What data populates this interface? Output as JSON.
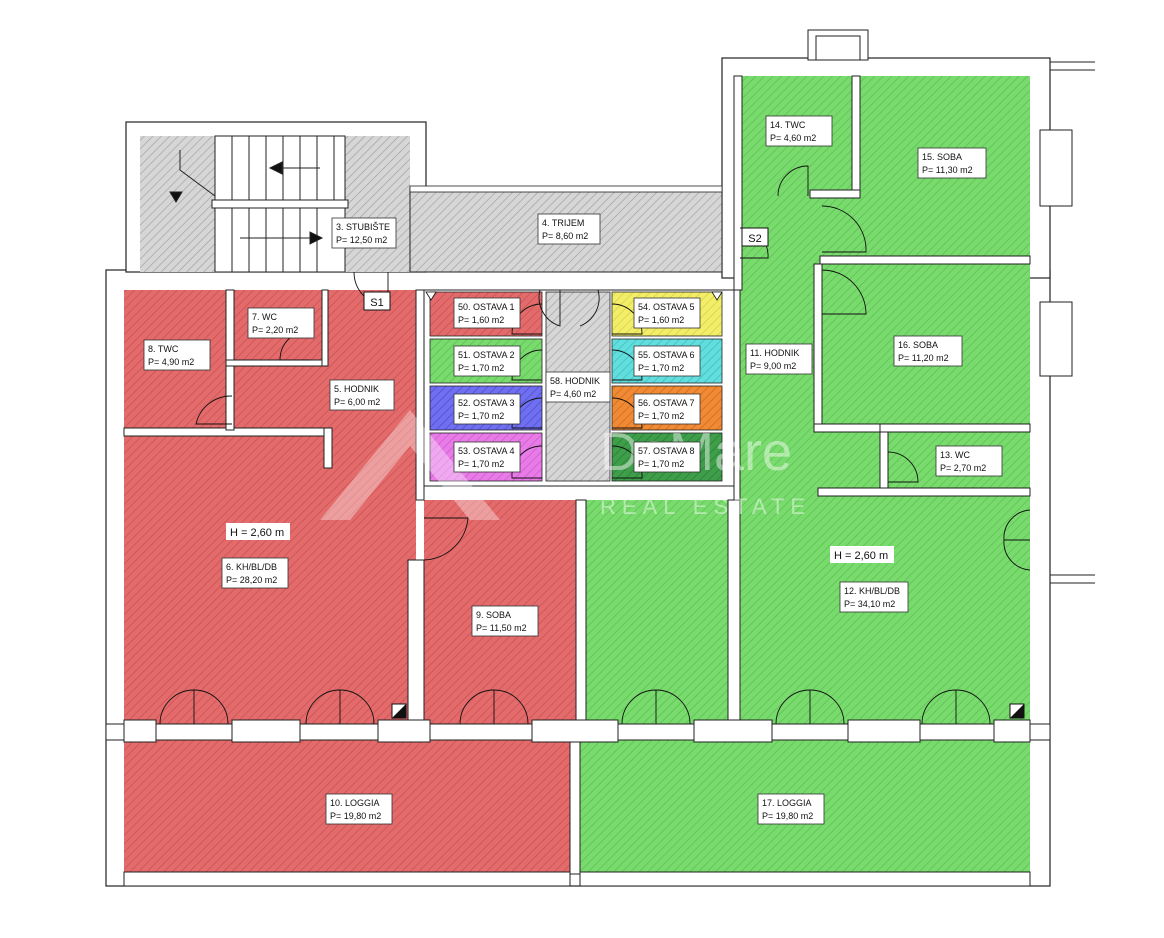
{
  "colors": {
    "red_unit": "#e36b6b",
    "green_unit": "#79db6e",
    "gray_common": "#cfcfcf",
    "ostava_50": "#e36b6b",
    "ostava_51": "#79db6e",
    "ostava_52": "#6f6ff0",
    "ostava_53": "#e87be8",
    "ostava_54": "#f2ee6a",
    "ostava_55": "#62dede",
    "ostava_56": "#f08a34",
    "ostava_57": "#3e9e4a"
  },
  "watermark": {
    "brand": "DoMare",
    "tagline": "REAL ESTATE"
  },
  "markers": {
    "s1": "S1",
    "s2": "S2"
  },
  "heights": {
    "left": "H = 2,60 m",
    "right": "H = 2,60 m"
  },
  "rooms": {
    "r3": {
      "name": "3. STUBIŠTE",
      "area": "P= 12,50 m2"
    },
    "r4": {
      "name": "4. TRIJEM",
      "area": "P= 8,60 m2"
    },
    "r5": {
      "name": "5. HODNIK",
      "area": "P= 6,00 m2"
    },
    "r6": {
      "name": "6. KH/BL/DB",
      "area": "P= 28,20 m2"
    },
    "r7": {
      "name": "7. WC",
      "area": "P= 2,20 m2"
    },
    "r8": {
      "name": "8. TWC",
      "area": "P= 4,90 m2"
    },
    "r9": {
      "name": "9. SOBA",
      "area": "P= 11,50 m2"
    },
    "r10": {
      "name": "10. LOGGIA",
      "area": "P= 19,80 m2"
    },
    "r11": {
      "name": "11. HODNIK",
      "area": "P= 9,00 m2"
    },
    "r12": {
      "name": "12. KH/BL/DB",
      "area": "P= 34,10 m2"
    },
    "r13": {
      "name": "13. WC",
      "area": "P= 2,70 m2"
    },
    "r14": {
      "name": "14. TWC",
      "area": "P= 4,60 m2"
    },
    "r15": {
      "name": "15. SOBA",
      "area": "P= 11,30 m2"
    },
    "r16": {
      "name": "16. SOBA",
      "area": "P= 11,20 m2"
    },
    "r17": {
      "name": "17. LOGGIA",
      "area": "P= 19,80 m2"
    },
    "r50": {
      "name": "50. OSTAVA 1",
      "area": "P= 1,60 m2"
    },
    "r51": {
      "name": "51. OSTAVA 2",
      "area": "P= 1,70 m2"
    },
    "r52": {
      "name": "52. OSTAVA 3",
      "area": "P= 1,70 m2"
    },
    "r53": {
      "name": "53. OSTAVA 4",
      "area": "P= 1,70 m2"
    },
    "r54": {
      "name": "54. OSTAVA 5",
      "area": "P= 1,60 m2"
    },
    "r55": {
      "name": "55. OSTAVA 6",
      "area": "P= 1,70 m2"
    },
    "r56": {
      "name": "56. OSTAVA 7",
      "area": "P= 1,70 m2"
    },
    "r57": {
      "name": "57. OSTAVA 8",
      "area": "P= 1,70 m2"
    },
    "r58": {
      "name": "58. HODNIK",
      "area": "P= 4,60 m2"
    }
  }
}
